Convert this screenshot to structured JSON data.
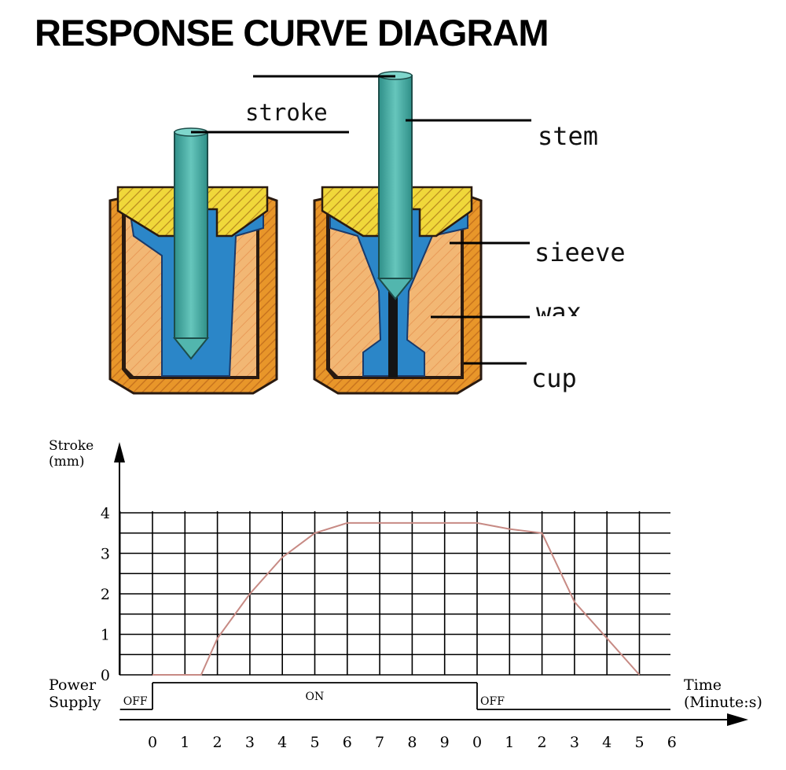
{
  "title": "RESPONSE CURVE DIAGRAM",
  "labels": {
    "stroke": "stroke",
    "stem": "stem",
    "sleeve": "sieeve",
    "wax": "wax",
    "cup": "cup"
  },
  "colors": {
    "cup_orange": "#e8962a",
    "cup_inner": "#f4b06c",
    "cup_hatch": "#c8741e",
    "sleeve_blue": "#2b86c8",
    "seal_yellow": "#f0d83a",
    "stem_teal": "#3aa7a0",
    "curve": "#c78a84"
  },
  "chart_data": {
    "type": "line",
    "ylabel": "Stroke\n(mm)",
    "xlabel": "Time\n(Minute:s)",
    "ylim": [
      0,
      4
    ],
    "y_ticks": [
      "0",
      "1",
      "2",
      "3",
      "4"
    ],
    "x_ticks": [
      "0",
      "1",
      "2",
      "3",
      "4",
      "5",
      "6",
      "7",
      "8",
      "9",
      "0",
      "1",
      "2",
      "3",
      "4",
      "5",
      "6"
    ],
    "grid": true,
    "series": [
      {
        "x": [
          0,
          1,
          1.5,
          2,
          3,
          4,
          5,
          6,
          7,
          8,
          9,
          10,
          11,
          12,
          13,
          14,
          15
        ],
        "values": [
          0,
          0,
          0,
          0.9,
          2.0,
          2.9,
          3.5,
          3.75,
          3.75,
          3.75,
          3.75,
          3.75,
          3.6,
          3.5,
          1.8,
          0.9,
          0
        ]
      }
    ],
    "power_supply": {
      "label": "Power\nSupply",
      "segments": [
        {
          "state": "OFF",
          "from": -1,
          "to": 0
        },
        {
          "state": "ON",
          "from": 0,
          "to": 10
        },
        {
          "state": "OFF",
          "from": 10,
          "to": 16
        }
      ]
    }
  }
}
